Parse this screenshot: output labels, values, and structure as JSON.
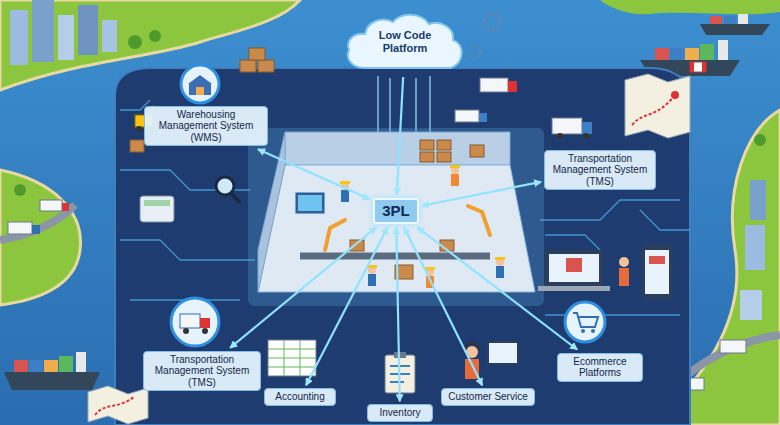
{
  "diagram": {
    "nodes": [
      {
        "text": [
          "Low Code Platform"
        ]
      },
      {
        "text": [
          "Warehousing Management System (WMS)"
        ]
      },
      {
        "text": [
          "Transportation Management System (TMS)"
        ]
      },
      {
        "text": [
          "3PL"
        ]
      },
      {
        "text": [
          "Transportation Management System (TMS)"
        ]
      },
      {
        "text": [
          "Ecommerce Platforms"
        ]
      },
      {
        "text": [
          "Accounting"
        ]
      },
      {
        "text": [
          "Customer Service"
        ]
      },
      {
        "text": [
          "Inventory"
        ]
      }
    ],
    "edges": [
      {
        "from": 0,
        "to": 3,
        "arrow": "to"
      },
      {
        "from": 3,
        "to": 1,
        "arrow": "both"
      },
      {
        "from": 3,
        "to": 2,
        "arrow": "both"
      },
      {
        "from": 3,
        "to": 4,
        "arrow": "both"
      },
      {
        "from": 3,
        "to": 5,
        "arrow": "both"
      },
      {
        "from": 3,
        "to": 6,
        "arrow": "both"
      },
      {
        "from": 3,
        "to": 7,
        "arrow": "both"
      },
      {
        "from": 3,
        "to": 8,
        "arrow": "both"
      }
    ]
  }
}
